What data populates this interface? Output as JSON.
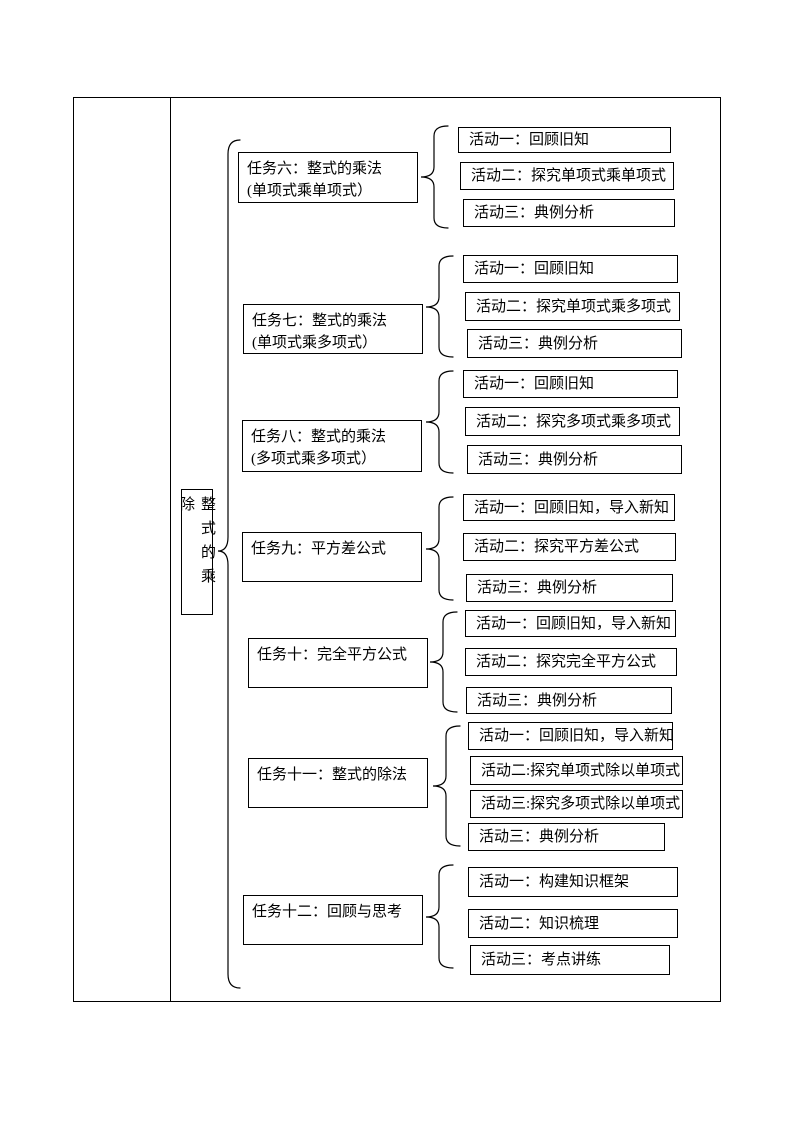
{
  "root": {
    "label": "整式的乘除"
  },
  "tasks": [
    {
      "title": "任务六：整式的乘法",
      "subtitle": "(单项式乘单项式）",
      "activities": [
        "活动一：回顾旧知",
        "活动二：探究单项式乘单项式",
        "活动三：典例分析"
      ]
    },
    {
      "title": "任务七：整式的乘法",
      "subtitle": "(单项式乘多项式）",
      "activities": [
        "活动一：回顾旧知",
        "活动二：探究单项式乘多项式",
        "活动三：典例分析"
      ]
    },
    {
      "title": "任务八：整式的乘法",
      "subtitle": "(多项式乘多项式）",
      "activities": [
        "活动一：回顾旧知",
        "活动二：探究多项式乘多项式",
        "活动三：典例分析"
      ]
    },
    {
      "title": "任务九：平方差公式",
      "activities": [
        "活动一：回顾旧知，导入新知",
        "活动二：探究平方差公式",
        "活动三：典例分析"
      ]
    },
    {
      "title": "任务十：完全平方公式",
      "activities": [
        "活动一：回顾旧知，导入新知",
        "活动二：探究完全平方公式",
        "活动三：典例分析"
      ]
    },
    {
      "title": "任务十一：整式的除法",
      "activities": [
        "活动一：回顾旧知，导入新知",
        "活动二:探究单项式除以单项式",
        "活动三:探究多项式除以单项式",
        "活动三：典例分析"
      ]
    },
    {
      "title": "任务十二：回顾与思考",
      "activities": [
        "活动一：构建知识框架",
        "活动二：知识梳理",
        "活动三：考点讲练"
      ]
    }
  ],
  "colors": {
    "line": "#000000",
    "background": "#ffffff",
    "text": "#000000"
  }
}
